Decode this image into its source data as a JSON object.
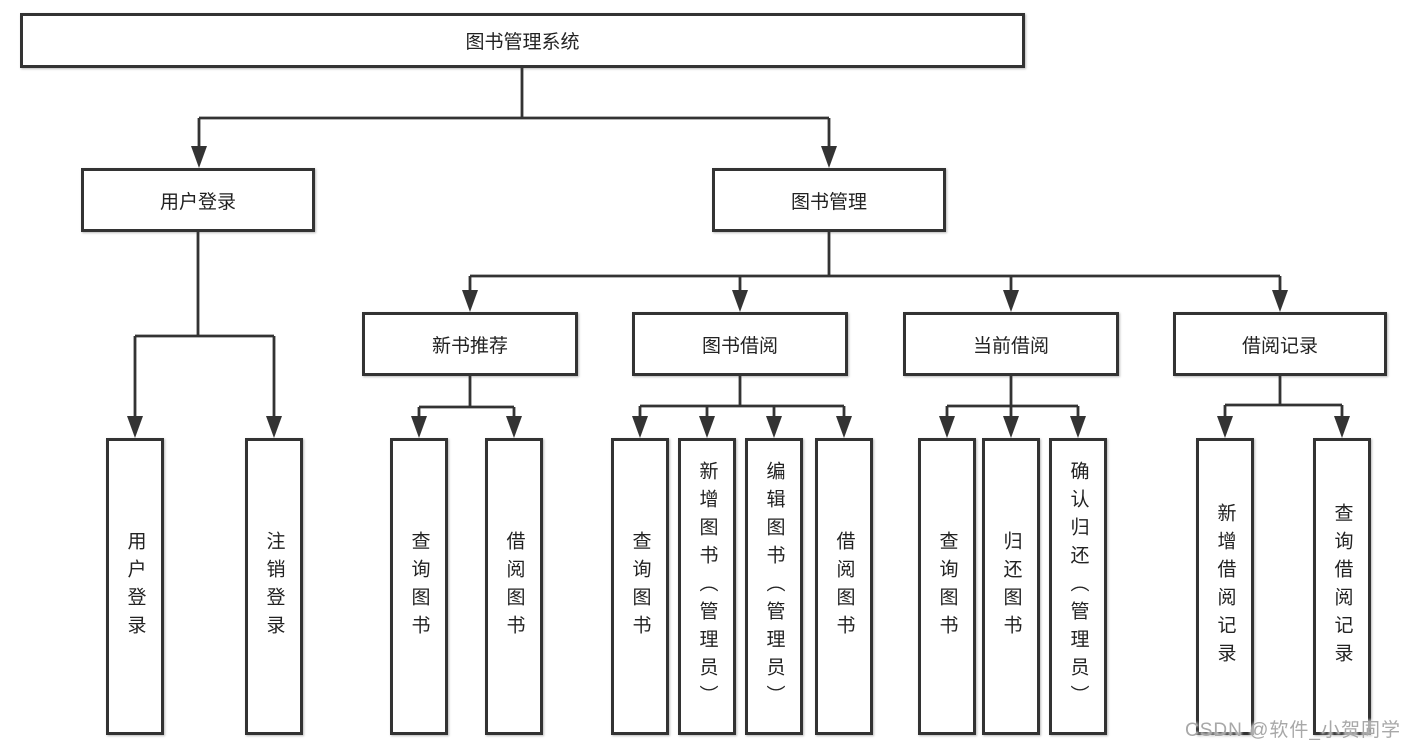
{
  "diagram_title": "图书管理系统",
  "tree": {
    "label": "图书管理系统",
    "children": [
      {
        "label": "用户登录",
        "children": [
          {
            "label": "用户登录"
          },
          {
            "label": "注销登录"
          }
        ]
      },
      {
        "label": "图书管理",
        "children": [
          {
            "label": "新书推荐",
            "children": [
              {
                "label": "查询图书"
              },
              {
                "label": "借阅图书"
              }
            ]
          },
          {
            "label": "图书借阅",
            "children": [
              {
                "label": "查询图书"
              },
              {
                "label": "新增图书（管理员）"
              },
              {
                "label": "编辑图书（管理员）"
              },
              {
                "label": "借阅图书"
              }
            ]
          },
          {
            "label": "当前借阅",
            "children": [
              {
                "label": "查询图书"
              },
              {
                "label": "归还图书"
              },
              {
                "label": "确认归还（管理员）"
              }
            ]
          },
          {
            "label": "借阅记录",
            "children": [
              {
                "label": "新增借阅记录"
              },
              {
                "label": "查询借阅记录"
              }
            ]
          }
        ]
      }
    ]
  },
  "watermark": {
    "text": "CSDN @软件_小贺同学"
  },
  "colors": {
    "line": "#333333",
    "box_border": "#333333",
    "box_background": "#ffffff",
    "text": "#222222",
    "watermark": "#a8a8a8",
    "page_background": "#ffffff"
  }
}
